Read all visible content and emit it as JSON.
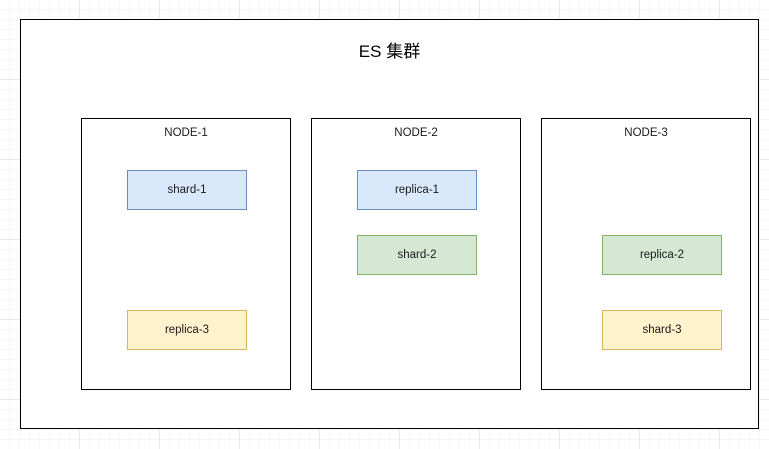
{
  "diagram": {
    "type": "elasticsearch-cluster-shard-allocation",
    "cluster": {
      "title": "ES 集群",
      "border_color": "#000000",
      "background": "#ffffff"
    },
    "palette": {
      "blue_fill": "#dae8fc",
      "blue_stroke": "#6c8ebf",
      "green_fill": "#d5e8d4",
      "green_stroke": "#82b366",
      "yellow_fill": "#fff2cc",
      "yellow_stroke": "#d6b656",
      "grid_minor": "#f6f6f6",
      "grid_major": "#e8e8e8"
    },
    "nodes": [
      {
        "label": "NODE-1",
        "shards": [
          {
            "label": "shard-1",
            "color": "blue",
            "slot": "slot-top",
            "align": "left"
          },
          {
            "label": "replica-3",
            "color": "yellow",
            "slot": "slot-bottom",
            "align": "left"
          }
        ]
      },
      {
        "label": "NODE-2",
        "shards": [
          {
            "label": "replica-1",
            "color": "blue",
            "slot": "slot-top",
            "align": "left"
          },
          {
            "label": "shard-2",
            "color": "green",
            "slot": "slot-mid",
            "align": "left"
          }
        ]
      },
      {
        "label": "NODE-3",
        "shards": [
          {
            "label": "replica-2",
            "color": "green",
            "slot": "slot-mid",
            "align": "right"
          },
          {
            "label": "shard-3",
            "color": "yellow",
            "slot": "slot-bottom",
            "align": "right"
          }
        ]
      }
    ]
  }
}
